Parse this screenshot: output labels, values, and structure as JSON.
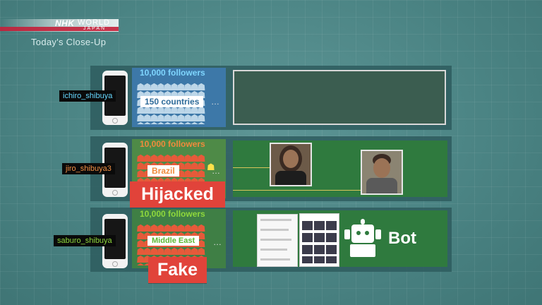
{
  "broadcaster": {
    "nhk": "NHK",
    "world": "WORLD",
    "japan": "JAPAN"
  },
  "program": "Today's Close-Up",
  "icon_names": [
    "smartphone-icon",
    "person-icon",
    "robot-icon"
  ],
  "colors": {
    "row1_accent": "#4aa3e0",
    "row2_accent": "#f08a3c",
    "row3_accent": "#8fd83c",
    "stamp": "#e1433a",
    "row1_username": "#66d8ff",
    "row2_username": "#f29045",
    "row3_username": "#8fd83c"
  },
  "rows": [
    {
      "username": "ichiro_shibuya",
      "followers": "10,000 followers",
      "location": "150 countries",
      "more": "…"
    },
    {
      "username": "jiro_shibuya3",
      "followers": "10,000 followers",
      "location": "Brazil",
      "more": "…",
      "stamp": "Hijacked"
    },
    {
      "username": "saburo_shibuya",
      "followers": "10,000 followers",
      "location": "Middle East",
      "more": "…",
      "stamp": "Fake",
      "bot_label": "Bot"
    }
  ]
}
